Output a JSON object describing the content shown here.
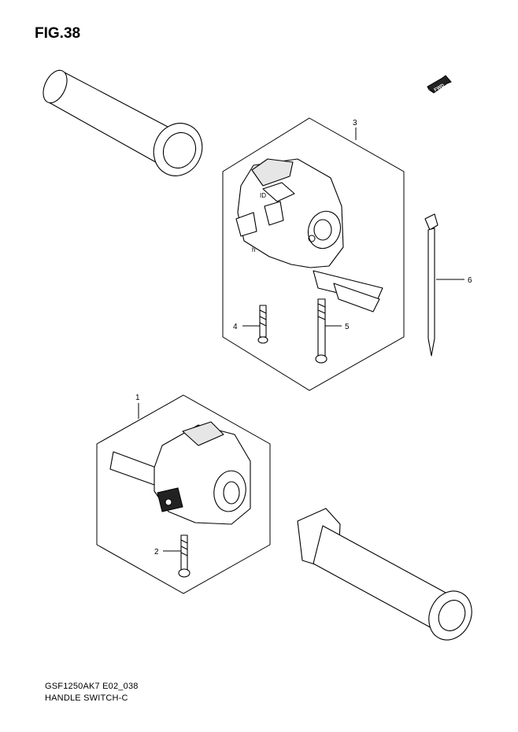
{
  "figure": {
    "title": "FIG.38",
    "code": "GSF1250AK7 E02_038",
    "name": "HANDLE SWITCH-C",
    "fwd_label": "FWD"
  },
  "callouts": [
    {
      "id": "1",
      "label": "1"
    },
    {
      "id": "2",
      "label": "2"
    },
    {
      "id": "3",
      "label": "3"
    },
    {
      "id": "4",
      "label": "4"
    },
    {
      "id": "5",
      "label": "5"
    },
    {
      "id": "6",
      "label": "6"
    }
  ]
}
